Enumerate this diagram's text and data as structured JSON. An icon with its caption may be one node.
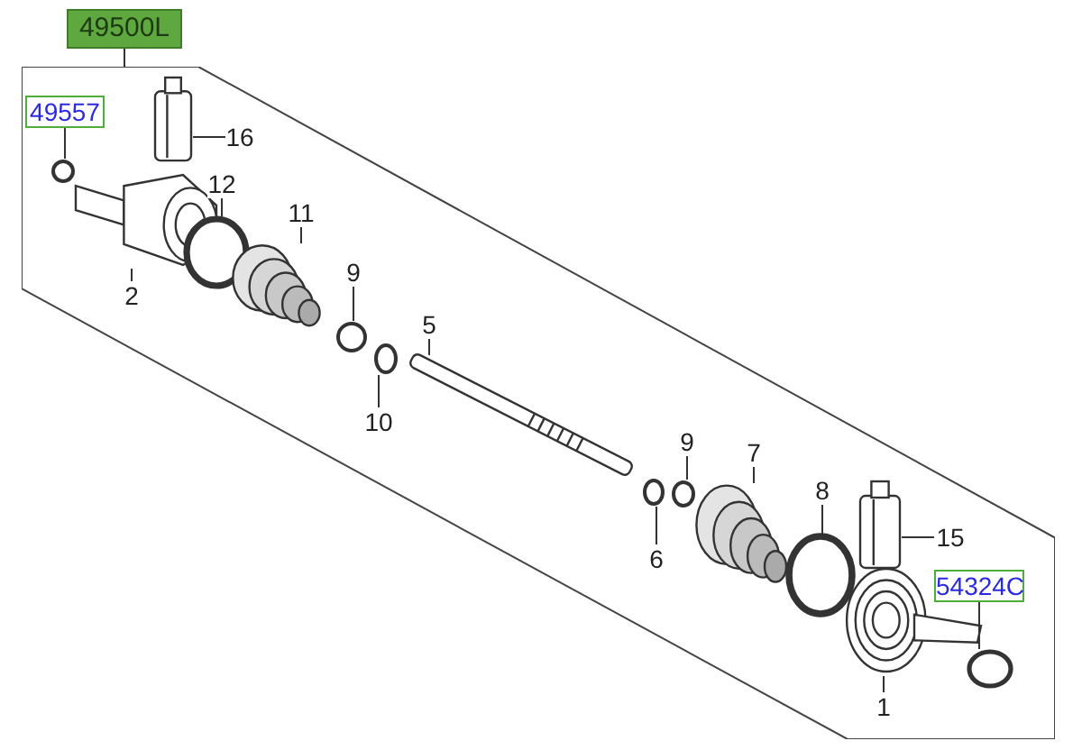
{
  "diagram": {
    "nodes": [
      {
        "text": [],
        "shape": "box"
      },
      {
        "text": [
          "49500L"
        ]
      },
      {
        "text": [
          "49557"
        ],
        "in": 0
      },
      {
        "text": [
          "16"
        ],
        "in": 0
      },
      {
        "text": [
          "12"
        ],
        "in": 0
      },
      {
        "text": [
          "11"
        ],
        "in": 0
      },
      {
        "text": [
          "2"
        ],
        "in": 0
      },
      {
        "text": [
          "9"
        ],
        "in": 0
      },
      {
        "text": [
          "10"
        ],
        "in": 0
      },
      {
        "text": [
          "5"
        ],
        "in": 0
      },
      {
        "text": [
          "9"
        ],
        "in": 0
      },
      {
        "text": [
          "6"
        ],
        "in": 0
      },
      {
        "text": [
          "7"
        ],
        "in": 0
      },
      {
        "text": [
          "8"
        ],
        "in": 0
      },
      {
        "text": [
          "15"
        ],
        "in": 0
      },
      {
        "text": [
          "54324C"
        ],
        "in": 0
      },
      {
        "text": [
          "1"
        ],
        "in": 0
      },
      {
        "text": [],
        "shape": "picture",
        "in": 0
      },
      {
        "text": [],
        "shape": "circle",
        "in": 0
      },
      {
        "text": [],
        "shape": "picture",
        "in": 0
      },
      {
        "text": [],
        "shape": "circle",
        "in": 0
      },
      {
        "text": [],
        "shape": "cone",
        "in": 0
      },
      {
        "text": [],
        "shape": "circle",
        "in": 0
      },
      {
        "text": [],
        "shape": "circle",
        "in": 0
      },
      {
        "text": [],
        "shape": "picture",
        "in": 0
      },
      {
        "text": [],
        "shape": "circle",
        "in": 0
      },
      {
        "text": [],
        "shape": "circle",
        "in": 0
      },
      {
        "text": [],
        "shape": "cone",
        "in": 0
      },
      {
        "text": [],
        "shape": "circle",
        "in": 0
      },
      {
        "text": [],
        "shape": "picture",
        "in": 0
      },
      {
        "text": [],
        "shape": "picture",
        "in": 0
      },
      {
        "text": [],
        "shape": "circle",
        "in": 0
      }
    ],
    "edges": [
      {
        "from": 1,
        "to": 0,
        "arrow": "none"
      },
      {
        "from": 2,
        "to": 18,
        "arrow": "none"
      },
      {
        "from": 3,
        "to": 17,
        "arrow": "none"
      },
      {
        "from": 4,
        "to": 20,
        "arrow": "none"
      },
      {
        "from": 5,
        "to": 21,
        "arrow": "none"
      },
      {
        "from": 6,
        "to": 19,
        "arrow": "none"
      },
      {
        "from": 7,
        "to": 22,
        "arrow": "none"
      },
      {
        "from": 8,
        "to": 23,
        "arrow": "none"
      },
      {
        "from": 9,
        "to": 24,
        "arrow": "none"
      },
      {
        "from": 10,
        "to": 25,
        "arrow": "none"
      },
      {
        "from": 11,
        "to": 26,
        "arrow": "none"
      },
      {
        "from": 12,
        "to": 27,
        "arrow": "none"
      },
      {
        "from": 13,
        "to": 28,
        "arrow": "none"
      },
      {
        "from": 14,
        "to": 29,
        "arrow": "none"
      },
      {
        "from": 15,
        "to": 31,
        "arrow": "none"
      },
      {
        "from": 16,
        "to": 30,
        "arrow": "none"
      }
    ]
  }
}
